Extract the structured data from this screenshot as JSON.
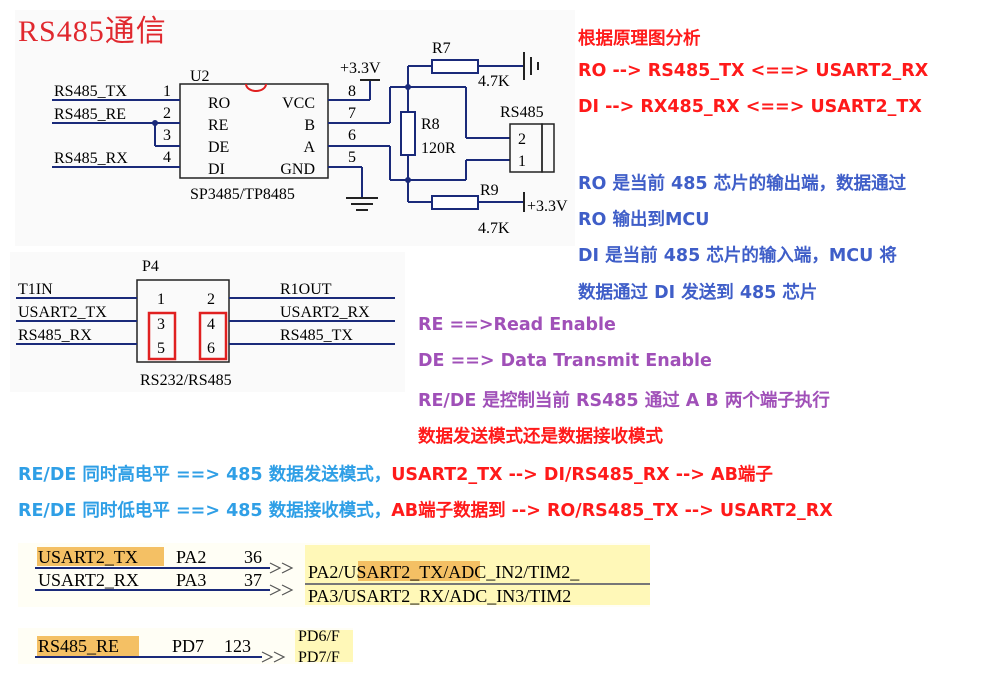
{
  "schematic": {
    "title": "RS485通信",
    "chip": {
      "ref": "U2",
      "part": "SP3485/TP8485",
      "left_pins": [
        {
          "num": "1",
          "name": "RO",
          "net": "RS485_TX"
        },
        {
          "num": "2",
          "name": "RE",
          "net": "RS485_RE"
        },
        {
          "num": "3",
          "name": "DE",
          "net": ""
        },
        {
          "num": "4",
          "name": "DI",
          "net": "RS485_RX"
        }
      ],
      "right_pins": [
        {
          "num": "8",
          "name": "VCC"
        },
        {
          "num": "7",
          "name": "B"
        },
        {
          "num": "6",
          "name": "A"
        },
        {
          "num": "5",
          "name": "GND"
        }
      ]
    },
    "power_label": "+3.3V",
    "r7": {
      "ref": "R7",
      "value": "4.7K"
    },
    "r8": {
      "ref": "R8",
      "value": "120R"
    },
    "r9": {
      "ref": "R9",
      "value": "4.7K",
      "power": "+3.3V"
    },
    "connector": {
      "ref": "RS485",
      "pins": [
        "2",
        "1"
      ]
    },
    "p4": {
      "ref": "P4",
      "part": "RS232/RS485",
      "pins_left": [
        "1",
        "3",
        "5"
      ],
      "pins_right": [
        "2",
        "4",
        "6"
      ],
      "nets_left": [
        "T1IN",
        "USART2_TX",
        "RS485_RX"
      ],
      "nets_right": [
        "R1OUT",
        "USART2_RX",
        "RS485_TX"
      ]
    },
    "mcu_pins": [
      {
        "net": "USART2_TX",
        "port": "PA2",
        "num": "36",
        "func": "PA2/USART2_TX/ADC_IN2/TIM2_"
      },
      {
        "net": "USART2_RX",
        "port": "PA3",
        "num": "37",
        "func": "PA3/USART2_RX/ADC_IN3/TIM2"
      },
      {
        "net": "RS485_RE",
        "port": "PD7",
        "num": "123",
        "func_top": "PD6/F",
        "func_bottom": "PD7/F"
      }
    ]
  },
  "notes": [
    {
      "text": "根据原理图分析",
      "color": "red"
    },
    {
      "text": "RO --> RS485_TX <==> USART2_RX",
      "color": "red"
    },
    {
      "text": "DI --> RX485_RX <==> USART2_TX",
      "color": "red"
    },
    {
      "text": "RO 是当前 485 芯片的输出端，数据通过",
      "color": "blue"
    },
    {
      "text": "RO 输出到MCU",
      "color": "blue"
    },
    {
      "text": "DI 是当前 485 芯片的输入端，MCU 将",
      "color": "blue"
    },
    {
      "text": "数据通过 DI 发送到 485 芯片",
      "color": "blue"
    },
    {
      "text": "RE ==>Read Enable",
      "color": "purple"
    },
    {
      "text": "DE ==> Data Transmit Enable",
      "color": "purple"
    },
    {
      "text": "RE/DE 是控制当前 RS485 通过 A B 两个端子执行",
      "color": "purple"
    },
    {
      "text": "数据发送模式还是数据接收模式",
      "color": "red"
    }
  ],
  "mode_lines": [
    {
      "left": "RE/DE 同时高电平 ==> 485 数据发送模式，",
      "right": "USART2_TX --> DI/RS485_RX --> AB端子"
    },
    {
      "left": "RE/DE 同时低电平 ==> 485 数据接收模式，",
      "right": "AB端子数据到 --> RO/RS485_TX --> USART2_RX"
    }
  ],
  "colors": {
    "wire": "#1a2a7a",
    "text": "#000000",
    "highlight_box": "#e02020",
    "highlight_fill": "#f4c064",
    "mcu_fill": "#fff8b8"
  }
}
